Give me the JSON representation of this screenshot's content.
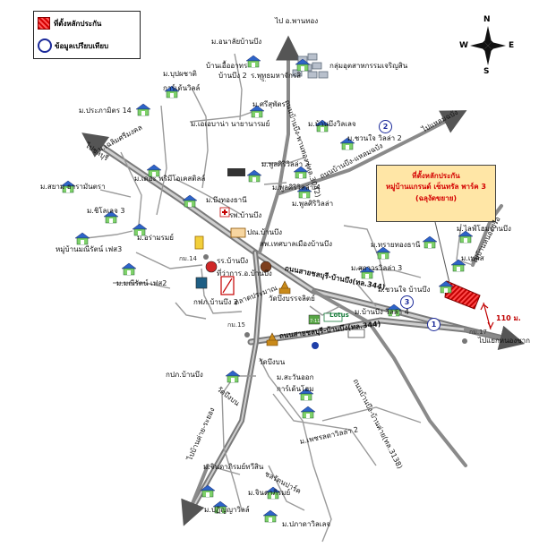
{
  "legend": {
    "project_location": "ที่ตั้งหลักประกัน",
    "comparables": "ข้อมูลเปรียบเทียบ"
  },
  "compass": {
    "n": "N",
    "s": "S",
    "e": "E",
    "w": "W"
  },
  "callout": {
    "line1": "ที่ตั้งหลักประกัน",
    "line2": "หมู่บ้านแกรนด์ เซ็นทรัล พาร์ค 3",
    "line3": "(ฉลุงัดขยาย)"
  },
  "distance": "110 ม.",
  "comparable_numbers": [
    "1",
    "2",
    "3"
  ],
  "roads": {
    "main_a": "ถนนสายชลบุรี-บ้านบึง(ทล.344)",
    "main_b": "ถนนสายชลบุรี-บ้านบึง(ทล.344)",
    "road_3042": "ถนนบ้านบึง-พานทอง (ทล.3042)",
    "road_3138": "ถนนบ้านบึง-บ้านค่าย(ทล.3138)",
    "road_phanthong_label": "ถนนบ้านบึง-แหลมฉบัง",
    "to_phanthong": "ไป อ.พานทอง",
    "to_laemchabang": "ไปแหลมฉบัง",
    "to_chonburi": "ไปชลบุรี",
    "to_nongyai": "ไปแยกหนองชาก",
    "to_rayong": "ไปบ้านค่าย-ระยอง",
    "to_nongprue": "ไปบ้านหนองปรือ"
  },
  "km_marks": [
    "กม.14",
    "กม.15",
    "กม.17"
  ],
  "places": [
    "ม.อนาลัยบ้านบึง",
    "บ้านเอื้ออาทร",
    "บ้านบึง 2",
    "ร.พุทธมหาจักรสิ",
    "กลุ่มอุตสาหกรรมเจริญสิน",
    "ม.บุปผชาติ",
    "การ์เด้นวิลล์",
    "ม.ประภามิตร 14",
    "ม.เอเอบาน่า นายานารมย์",
    "ม.ศรีสุพัตร",
    "ม.บ้านบึงวิลเลจ",
    "ม.ชวนใจ วิลล่า 2",
    "ม.เฉลิมศรีมงคล",
    "ม.เดอะ พริมีโอเคสติลล์",
    "ม.สยาม ธารามันตรา",
    "ม.พูลศิริวิลล่า 3",
    "ม.พูลศิริวิลล่า 4",
    "ม.พูลศิริวิลล่า",
    "ม.บึงทองธานี",
    "รพ.บ้านบึง",
    "ม.ชิโลเลจ 3",
    "ม.อร่ามรมย์",
    "หมู่บ้านมณีรัตน์ เฟส3",
    "ปณ.บ้านบึง",
    "สพ.เทศบาลเมืองบ้านบึง",
    "รร.บ้านบึง",
    "ที่ว่าการ.อ.บ้านบึง",
    "ม.มณีรัตน์ เฟส2",
    "กฟภ.บ้านบึง 2",
    "ตลาดประมาณ",
    "วัดบึงบรรจลิตย์",
    "ม.ทรายทองธานี",
    "ม.ไลฟ์โฮมบ้านบึง",
    "ม.สถาวรวิลล่า 3",
    "ม.ชวนใจ บ้านบึง",
    "ม.เพลส",
    "ม.บ้านบึง วิลล่า 4",
    "วัดบึงบน",
    "กปภ.บ้านบึง",
    "ม.สะวันออก",
    "การ์เด้นโฮม",
    "ม.จินดาภิรมย์ทวีสิน",
    "ม.จินดาภิรมย์",
    "ม.ปฏิญญาวิลล์",
    "ม.ปภาดาวิลเลจ",
    "ม.เพชรลดาวิลล่า 2",
    "ชลรัตนปาร์ค",
    "วัดบึงบน"
  ],
  "brands": {
    "seven": "7-11",
    "lotus": "Lotus",
    "thai_bank": "ธ."
  },
  "colors": {
    "road": "#7a7a7a",
    "comparable": "#1b2a9a",
    "subject": "#d40000",
    "callout": "#ffe6a6"
  }
}
